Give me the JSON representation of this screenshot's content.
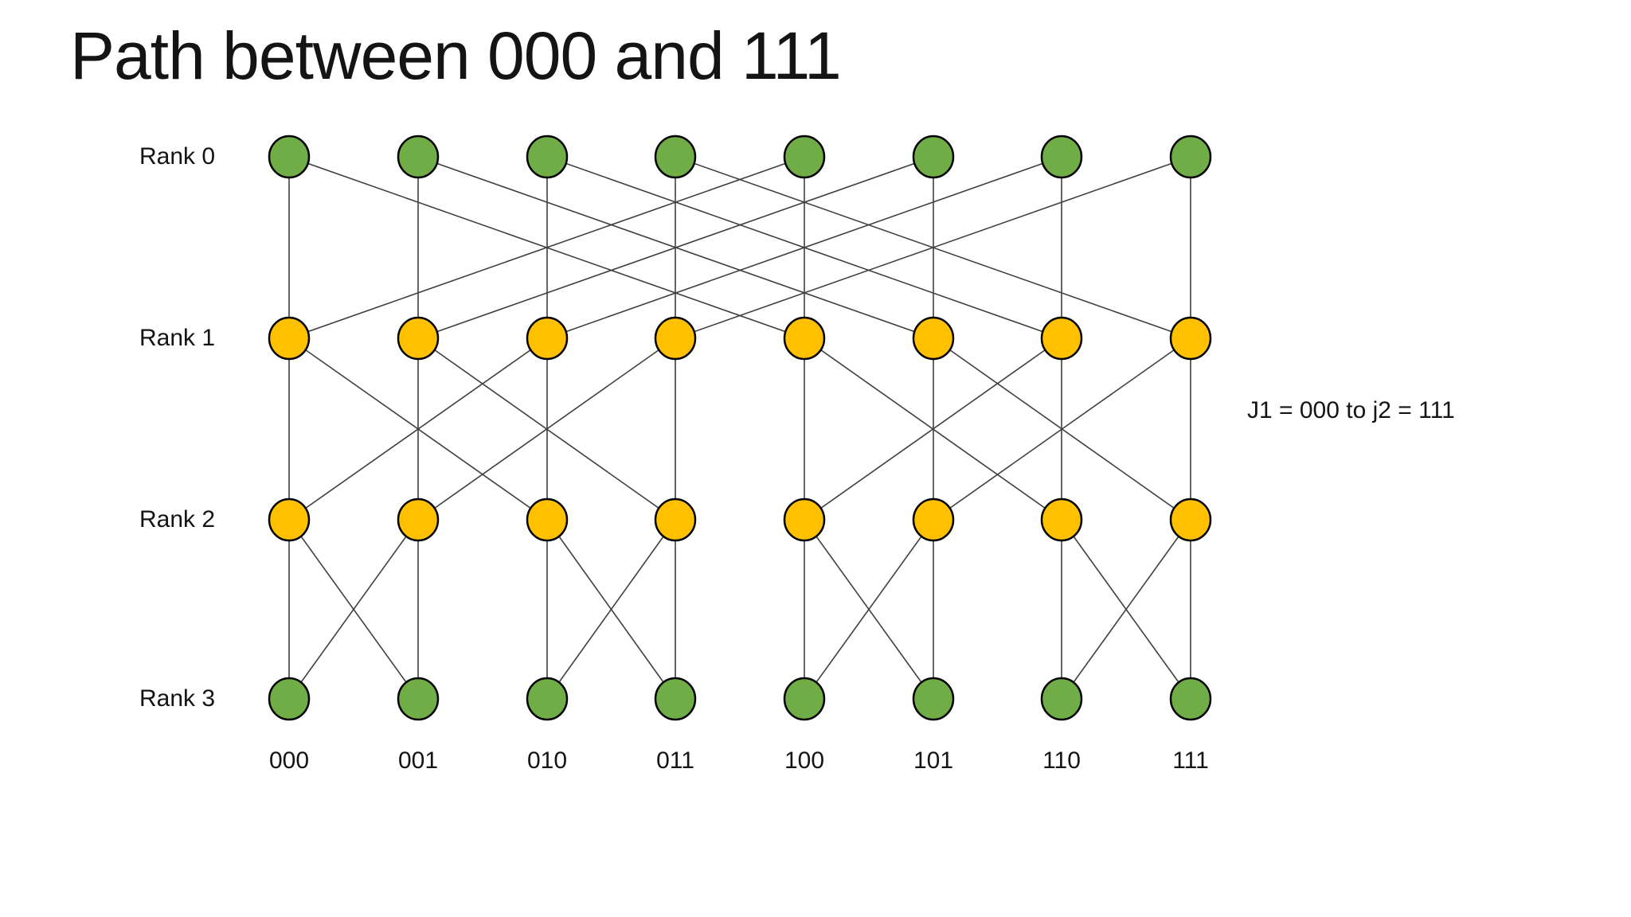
{
  "title": "Path between 000 and 111",
  "annotation": "J1 = 000 to j2 = 111",
  "colors": {
    "background": "#FFFFFF",
    "node_green": "#70AD47",
    "node_yellow": "#FFC000",
    "node_outline": "#000000",
    "edge": "#404040",
    "text": "#141414"
  },
  "network": {
    "type": "butterfly-interconnection-network",
    "num_columns": 8,
    "ranks": [
      {
        "label": "Rank 0",
        "node_color": "#70AD47"
      },
      {
        "label": "Rank 1",
        "node_color": "#FFC000"
      },
      {
        "label": "Rank 2",
        "node_color": "#FFC000"
      },
      {
        "label": "Rank 3",
        "node_color": "#70AD47"
      }
    ],
    "column_labels": [
      "000",
      "001",
      "010",
      "011",
      "100",
      "101",
      "110",
      "111"
    ],
    "stages": [
      {
        "from_rank": 0,
        "to_rank": 1,
        "connections": [
          [
            0,
            0
          ],
          [
            1,
            1
          ],
          [
            2,
            2
          ],
          [
            3,
            3
          ],
          [
            4,
            4
          ],
          [
            5,
            5
          ],
          [
            6,
            6
          ],
          [
            7,
            7
          ],
          [
            0,
            4
          ],
          [
            1,
            5
          ],
          [
            2,
            6
          ],
          [
            3,
            7
          ],
          [
            4,
            0
          ],
          [
            5,
            1
          ],
          [
            6,
            2
          ],
          [
            7,
            3
          ]
        ]
      },
      {
        "from_rank": 1,
        "to_rank": 2,
        "connections": [
          [
            0,
            0
          ],
          [
            1,
            1
          ],
          [
            2,
            2
          ],
          [
            3,
            3
          ],
          [
            4,
            4
          ],
          [
            5,
            5
          ],
          [
            6,
            6
          ],
          [
            7,
            7
          ],
          [
            0,
            2
          ],
          [
            1,
            3
          ],
          [
            2,
            0
          ],
          [
            3,
            1
          ],
          [
            4,
            6
          ],
          [
            5,
            7
          ],
          [
            6,
            4
          ],
          [
            7,
            5
          ]
        ]
      },
      {
        "from_rank": 2,
        "to_rank": 3,
        "connections": [
          [
            0,
            0
          ],
          [
            1,
            1
          ],
          [
            2,
            2
          ],
          [
            3,
            3
          ],
          [
            4,
            4
          ],
          [
            5,
            5
          ],
          [
            6,
            6
          ],
          [
            7,
            7
          ],
          [
            0,
            1
          ],
          [
            1,
            0
          ],
          [
            2,
            3
          ],
          [
            3,
            2
          ],
          [
            4,
            5
          ],
          [
            5,
            4
          ],
          [
            6,
            7
          ],
          [
            7,
            6
          ]
        ]
      }
    ]
  }
}
